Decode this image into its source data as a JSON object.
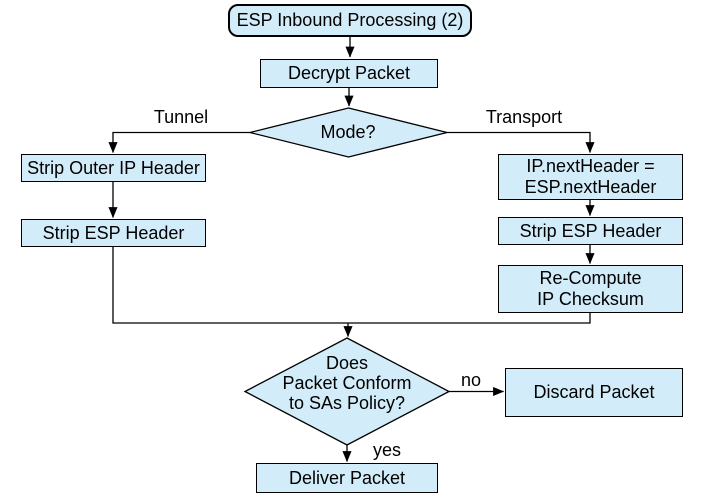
{
  "colors": {
    "node_fill": "#d2ecf9",
    "node_border": "#000000",
    "line": "#000000",
    "text": "#000000",
    "background": "#ffffff"
  },
  "nodes": {
    "start": {
      "label": "ESP Inbound Processing (2)",
      "shape": "rounded-terminal"
    },
    "decrypt": {
      "label": "Decrypt Packet",
      "shape": "process"
    },
    "mode": {
      "label": "Mode?",
      "shape": "decision"
    },
    "strip_outer_ip": {
      "label": "Strip Outer IP Header",
      "shape": "process"
    },
    "strip_esp_left": {
      "label": "Strip ESP Header",
      "shape": "process"
    },
    "ip_next_header": {
      "label": "IP.nextHeader =\nESP.nextHeader",
      "shape": "process"
    },
    "strip_esp_right": {
      "label": "Strip ESP Header",
      "shape": "process"
    },
    "recompute_checksum": {
      "label": "Re-Compute\nIP Checksum",
      "shape": "process"
    },
    "policy": {
      "label": "Does\nPacket Conform\nto SAs Policy?",
      "shape": "decision"
    },
    "discard": {
      "label": "Discard Packet",
      "shape": "process"
    },
    "deliver": {
      "label": "Deliver Packet",
      "shape": "process"
    }
  },
  "edge_labels": {
    "tunnel": "Tunnel",
    "transport": "Transport",
    "no": "no",
    "yes": "yes"
  }
}
